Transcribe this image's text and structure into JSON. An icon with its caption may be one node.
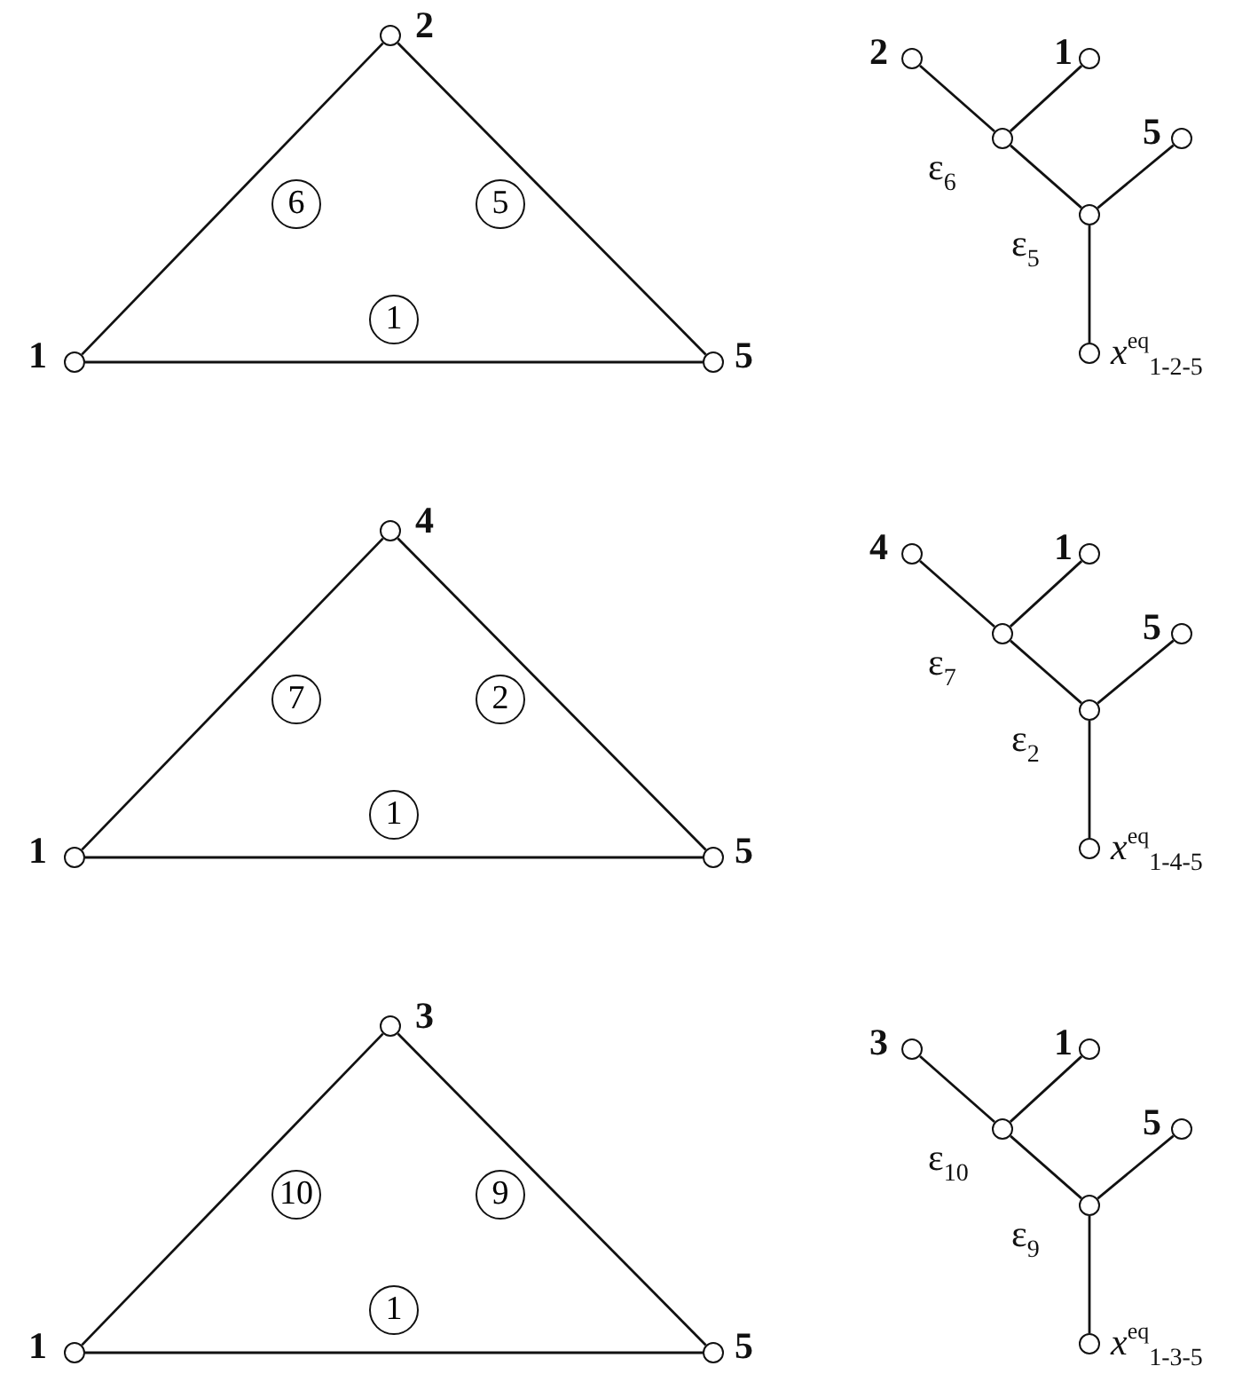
{
  "diagram": {
    "nodes": [
      {
        "text": [],
        "shape": "circle",
        "beside": [
          "1"
        ]
      },
      {
        "text": [],
        "shape": "circle",
        "beside": [
          "2"
        ]
      },
      {
        "text": [],
        "shape": "circle",
        "beside": [
          "5"
        ]
      },
      {
        "text": [],
        "shape": "circle",
        "beside": [
          "2"
        ]
      },
      {
        "text": [],
        "shape": "circle",
        "beside": [
          "1"
        ]
      },
      {
        "text": [],
        "shape": "circle",
        "beside": [
          "ε$_{6}$"
        ]
      },
      {
        "text": [],
        "shape": "circle",
        "beside": [
          "5"
        ]
      },
      {
        "text": [],
        "shape": "circle",
        "beside": [
          "ε$_{5}$"
        ]
      },
      {
        "text": [],
        "shape": "circle",
        "beside": [
          "*x*$^{eq}$$_{1-2-5}$"
        ]
      },
      {
        "text": [],
        "shape": "circle",
        "beside": [
          "1"
        ]
      },
      {
        "text": [],
        "shape": "circle",
        "beside": [
          "4"
        ]
      },
      {
        "text": [],
        "shape": "circle",
        "beside": [
          "5"
        ]
      },
      {
        "text": [],
        "shape": "circle",
        "beside": [
          "4"
        ]
      },
      {
        "text": [],
        "shape": "circle",
        "beside": [
          "1"
        ]
      },
      {
        "text": [],
        "shape": "circle",
        "beside": [
          "ε$_{7}$"
        ]
      },
      {
        "text": [],
        "shape": "circle",
        "beside": [
          "5"
        ]
      },
      {
        "text": [],
        "shape": "circle",
        "beside": [
          "ε$_{2}$"
        ]
      },
      {
        "text": [],
        "shape": "circle",
        "beside": [
          "*x*$^{eq}$$_{1-4-5}$"
        ]
      },
      {
        "text": [],
        "shape": "circle",
        "beside": [
          "1"
        ]
      },
      {
        "text": [],
        "shape": "circle",
        "beside": [
          "3"
        ]
      },
      {
        "text": [],
        "shape": "circle",
        "beside": [
          "5"
        ]
      },
      {
        "text": [],
        "shape": "circle",
        "beside": [
          "3"
        ]
      },
      {
        "text": [],
        "shape": "circle",
        "beside": [
          "1"
        ]
      },
      {
        "text": [],
        "shape": "circle",
        "beside": [
          "ε$_{10}$"
        ]
      },
      {
        "text": [],
        "shape": "circle",
        "beside": [
          "5"
        ]
      },
      {
        "text": [],
        "shape": "circle",
        "beside": [
          "ε$_{9}$"
        ]
      },
      {
        "text": [],
        "shape": "circle",
        "beside": [
          "*x*$^{eq}$$_{1-3-5}$"
        ]
      }
    ],
    "edges": [
      {
        "from": 0,
        "to": 1,
        "arrow": "none",
        "label": "6"
      },
      {
        "from": 1,
        "to": 2,
        "arrow": "none",
        "label": "5"
      },
      {
        "from": 0,
        "to": 2,
        "arrow": "none",
        "label": "1"
      },
      {
        "from": 3,
        "to": 5,
        "arrow": "none"
      },
      {
        "from": 4,
        "to": 5,
        "arrow": "none"
      },
      {
        "from": 5,
        "to": 7,
        "arrow": "none"
      },
      {
        "from": 6,
        "to": 7,
        "arrow": "none"
      },
      {
        "from": 7,
        "to": 8,
        "arrow": "none"
      },
      {
        "from": 9,
        "to": 10,
        "arrow": "none",
        "label": "7"
      },
      {
        "from": 10,
        "to": 11,
        "arrow": "none",
        "label": "2"
      },
      {
        "from": 9,
        "to": 11,
        "arrow": "none",
        "label": "1"
      },
      {
        "from": 12,
        "to": 14,
        "arrow": "none"
      },
      {
        "from": 13,
        "to": 14,
        "arrow": "none"
      },
      {
        "from": 14,
        "to": 16,
        "arrow": "none"
      },
      {
        "from": 15,
        "to": 16,
        "arrow": "none"
      },
      {
        "from": 16,
        "to": 17,
        "arrow": "none"
      },
      {
        "from": 18,
        "to": 19,
        "arrow": "none",
        "label": "10"
      },
      {
        "from": 19,
        "to": 20,
        "arrow": "none",
        "label": "9"
      },
      {
        "from": 18,
        "to": 20,
        "arrow": "none",
        "label": "1"
      },
      {
        "from": 21,
        "to": 23,
        "arrow": "none"
      },
      {
        "from": 22,
        "to": 23,
        "arrow": "none"
      },
      {
        "from": 23,
        "to": 25,
        "arrow": "none"
      },
      {
        "from": 24,
        "to": 25,
        "arrow": "none"
      },
      {
        "from": 25,
        "to": 26,
        "arrow": "none"
      }
    ]
  }
}
